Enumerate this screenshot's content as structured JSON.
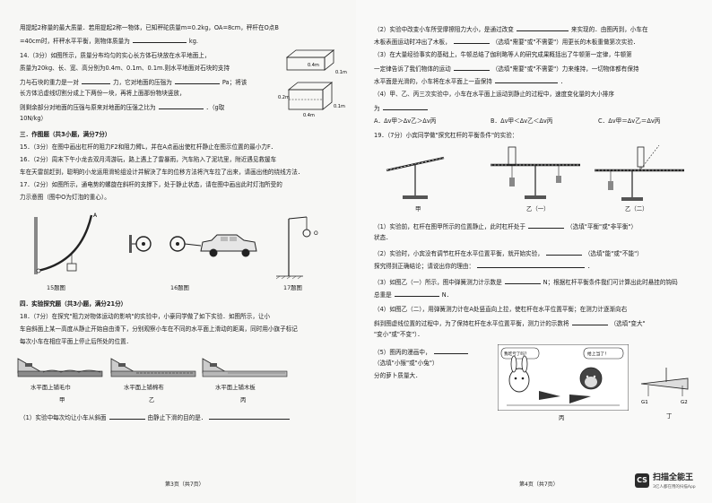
{
  "left": {
    "lines": [
      "用提起2称量的最大质量．若用提起2称一物体，已知秤砣质量m=0.2kg，OA=8cm，秤杆在O点B",
      "=40cm时，杆秤水平平衡，则物体质量为",
      "kg.",
      "14.（3分）如图所示，质量分布均匀的实心长方体石块放在水平地面上，",
      "质量为20kg、长、宽、高分别为0.4m、0.1m、0.1m.则水平地面对石块的支持",
      "力与石块的重力是一对",
      "力，它对地面的压强为",
      "Pa；将该",
      "长方体沿虚线切割分成上下两份一块，再将上面那份物块竖放，",
      "则剩余部分对地面的压强与原来对地面的压强之比为",
      "．（g取",
      "10N/kg）",
      "三．作图题（共3小题，满分7分）",
      "15．（3分）在图中画出杠杆的阻力F2和阻力臂L，并在A点画出使杠杆静止在图示位置的最小力F．",
      "16．（2分）周末下午小龙去双月湾游玩，路上遇上了雷暴雨，汽车陷入了泥坑里，附近遇见救援车",
      "车在天雷前赶到，聪明的小龙运用滑轮组设计并解決了车的位移方法将汽车拉了出来，请画出他的绕线方法．",
      "17．（2分）如图所示，通电势的螺旋在斜杆的支撑下，处于静止状态，请在图中画出此时灯泡所受的",
      "力示意图（图中O为灯泡的重心）。",
      "15题图",
      "16题图",
      "17题图",
      "四．实验探究题（共3小题，满分21分）",
      "18．（7分）在探究\"阻力对物体运动的影响\"的实验中，小豪同学做了如下实验．如图所示，让小",
      "车自斜面上某一高度从静止开始自由滑下，分别观察小车在不同的水平面上滑动的距离，同时用小旗子标记",
      "每次小车在相应平面上停止后所处的位置．",
      "水平面上铺毛巾",
      "水平面上铺棉布",
      "水平面上铺木板",
      "甲",
      "乙",
      "丙",
      "（1）实验中每次均让小车从斜面",
      "由静止下滑的目的是．",
      "第3页（共7页）"
    ],
    "fig_labels": {
      "block_len": "0.4m",
      "block_h": "0.1m",
      "block2_w": "0.2m",
      "block2_h": "0.1m",
      "block2_len": "0.4m",
      "point_a": "A",
      "lamp_o": "O"
    }
  },
  "right": {
    "lines": [
      "（2）实验中改变小车所受摩擦阻力大小，是通过改变",
      "来实现的．由图丙到，小车在",
      "木板表面运动时冲出了木板，",
      "（选填\"需要\"或\"不需要\"）用更长的木板重做第次实验．",
      "（3）在大量经验事实的基础上，牛顿总结了伽利略等人的研究成果概括出了牛顿第一定律，牛顿第",
      "一定律告诉了我们物体的运动",
      "（选填\"需要\"或\"不需要\"）力来维持，一切物体都有保持",
      "水平面是光滑的，小车将在水平面上一直保持",
      "．",
      "（4）甲、乙、丙三次实验中，小车在水平面上运动到静止的过程中，速度变化量的大小排序",
      "为",
      "A．Δv甲＞Δv乙＞Δv丙",
      "B．Δv甲＜Δv乙＜Δv丙",
      "C．Δv甲＝Δv乙＝Δv丙",
      "19．（7分）小宾同学做\"探究杠杆的平衡条件\"的实验：",
      "甲",
      "乙（一）",
      "乙（二）",
      "（1）实验前，杠杆在图甲所示的位置静止，此时杠杆处于",
      "（选填\"平衡\"或\"非平衡\"）",
      "状态．",
      "（2）实验时，小宾没有调节杠杆在水平位置平衡，就开始实验，",
      "（选填\"能\"或\"不能\"）",
      "探究得到正确结论；请说出你的理由：",
      "．",
      "（3）如图乙（一）所示，图中弹簧测力计示数是",
      "N；根据杠杆平衡条件我们可计算出此时悬挂的钩码",
      "总重是",
      "N．",
      "（4）如图乙（二），用弹簧测力计在A处竖直向上拉，使杠杆在水平位置平衡；在测力计逐渐向右",
      "斜到图虚线位置的过程中，为了保持杠杆在水平位置平衡，测力计的示数将",
      "（选填\"变大\"",
      "\"变小\"或\"不变\"）．",
      "（5）图丙的漫画中，",
      "（选填\"小猴\"或\"小兔\"）",
      "分的萝卜质量大．",
      "丙",
      "第4页（共7页）"
    ],
    "fig_labels": {
      "rabbit_bubble": "我吃亏了吗？",
      "monkey_bubble": "给上当了！",
      "g1": "G1",
      "g2": "G2",
      "ding": "丁"
    }
  },
  "watermark": {
    "logo": "CS",
    "brand": "扫描全能王",
    "slogan": "3亿人都在用的扫描App"
  }
}
